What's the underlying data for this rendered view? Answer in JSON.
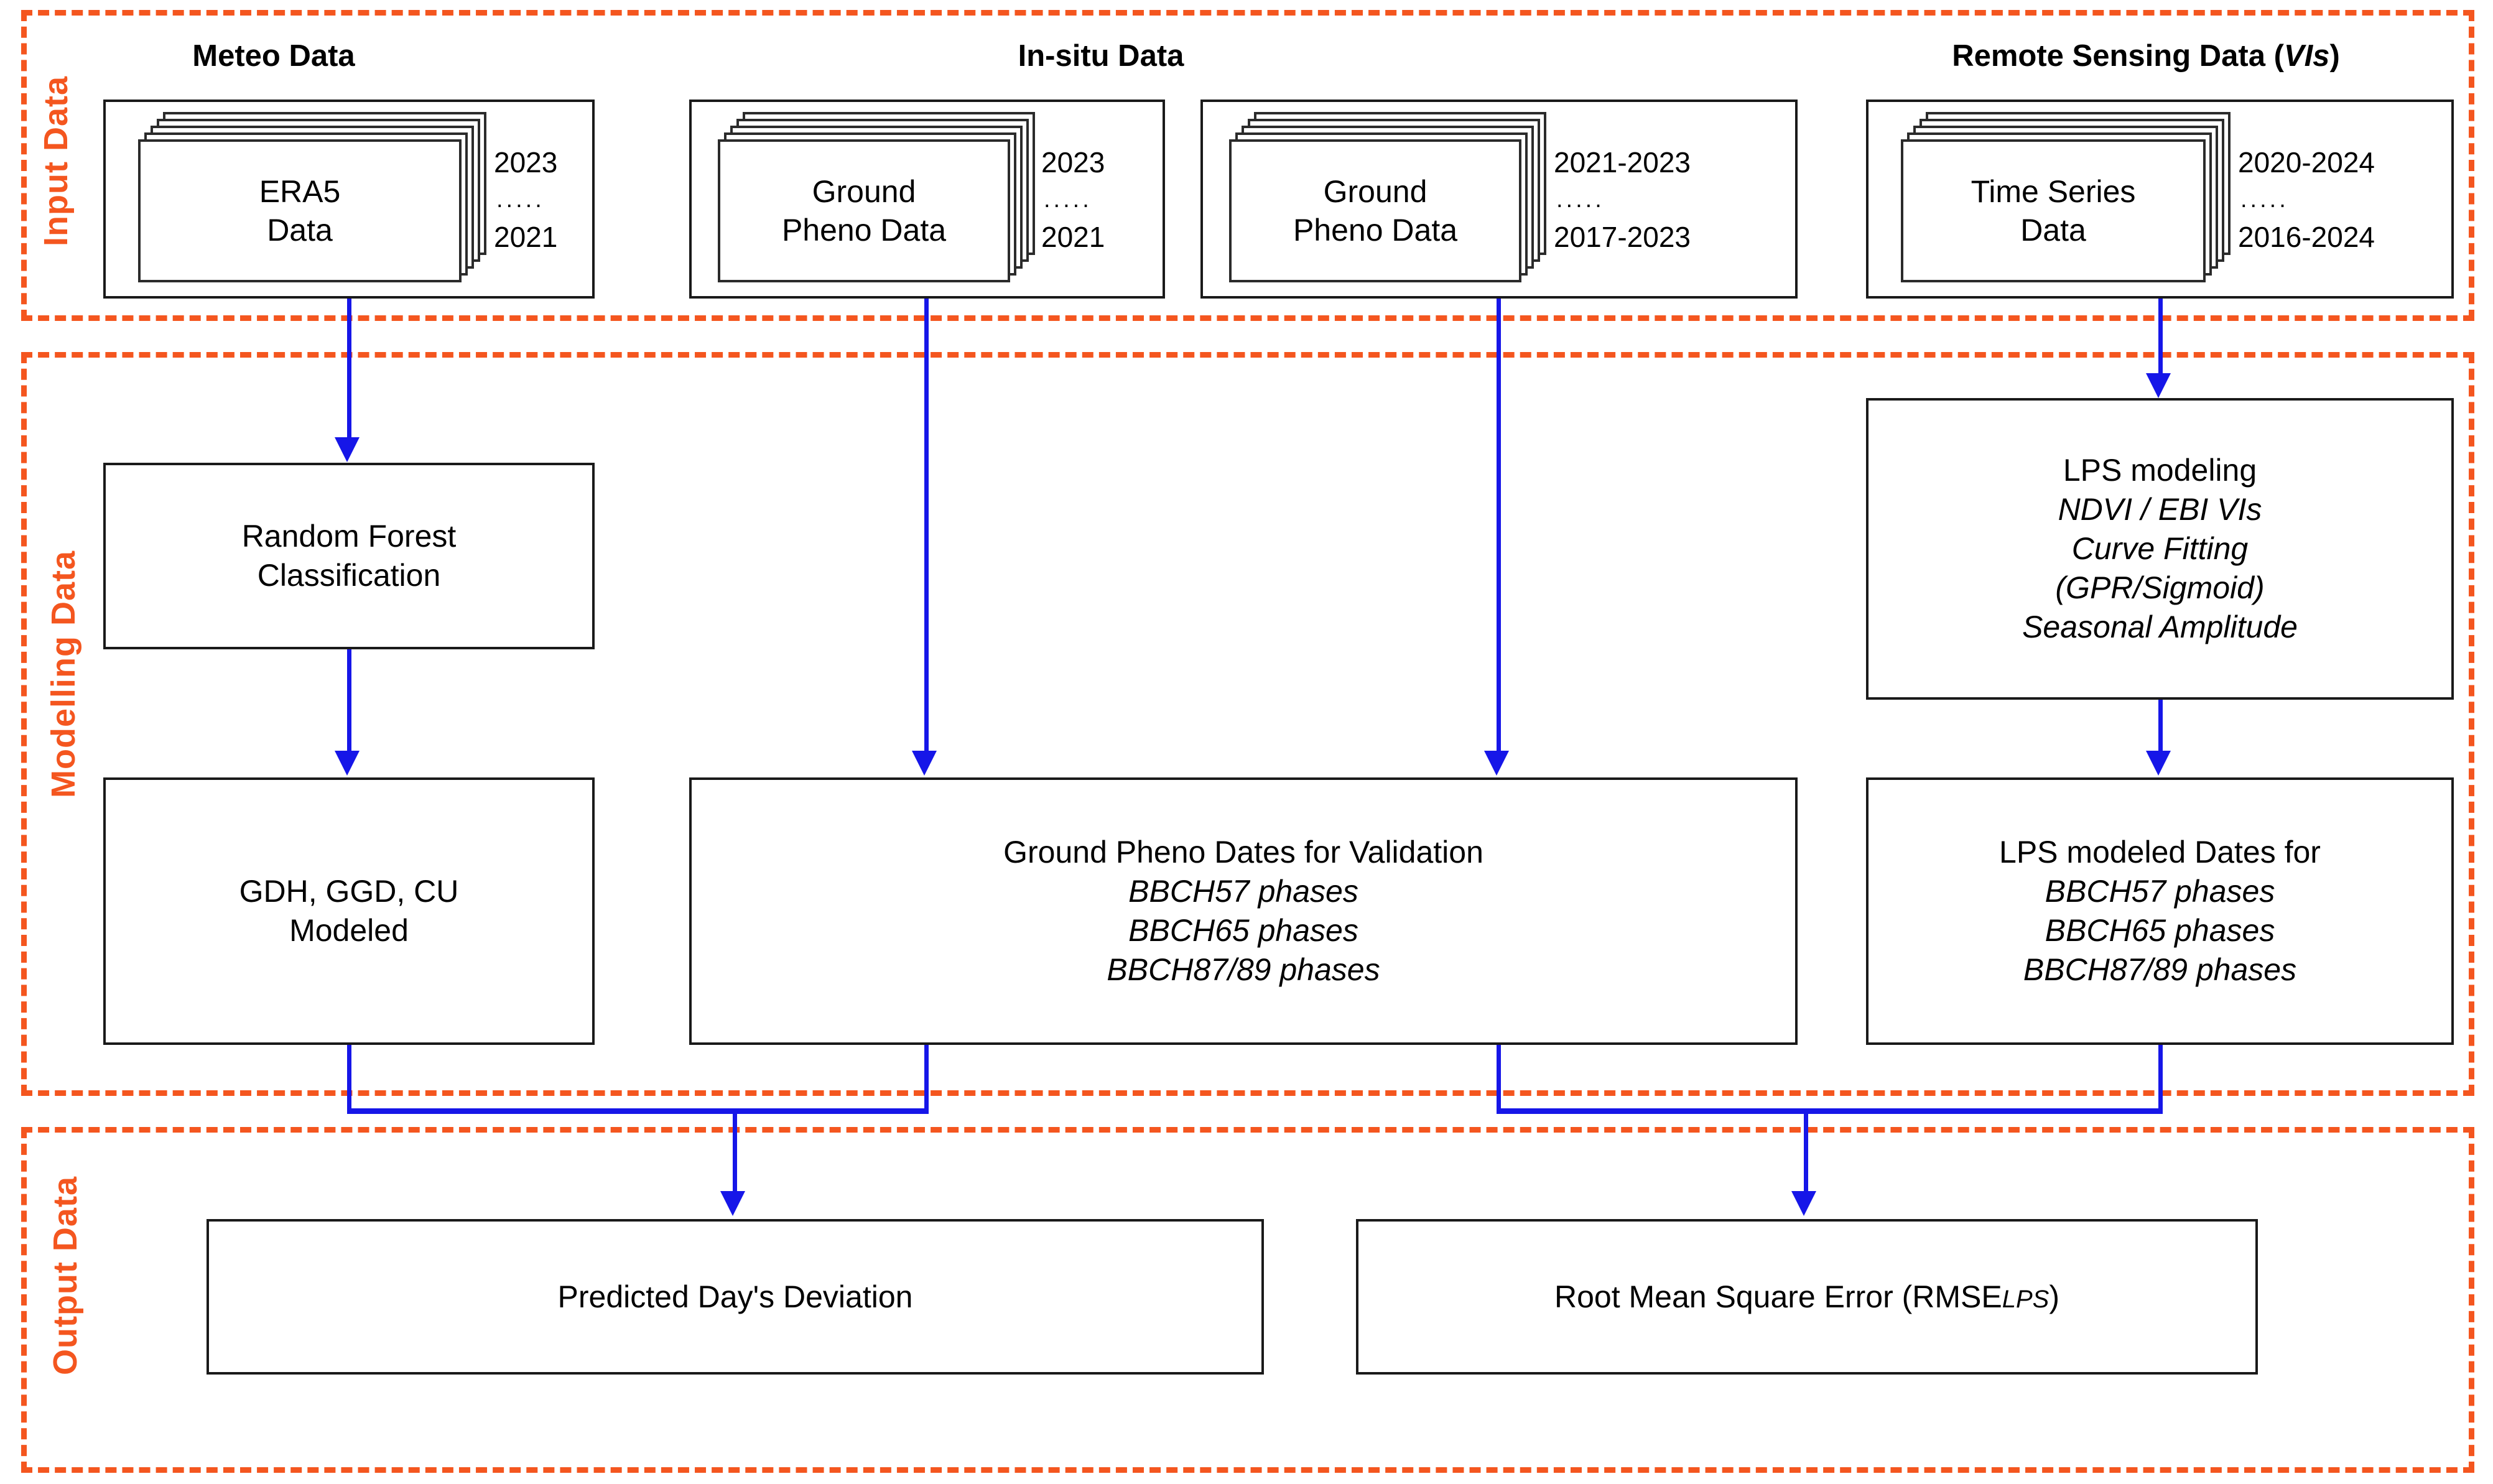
{
  "sections": {
    "input": {
      "label": "Input Data"
    },
    "model": {
      "label": "Modelling Data"
    },
    "output": {
      "label": "Output Data"
    }
  },
  "column_headers": {
    "meteo": "Meteo Data",
    "insitu": "In-situ Data",
    "remote_prefix": "Remote Sensing Data (",
    "remote_italic": "VIs",
    "remote_suffix": ")"
  },
  "input_boxes": [
    {
      "name": "era5",
      "title_line1": "ERA5",
      "title_line2": "Data",
      "year_top": "2023",
      "dots": ".....",
      "year_bottom": "2021"
    },
    {
      "name": "ground-pheno-1",
      "title_line1": "Ground",
      "title_line2": "Pheno Data",
      "year_top": "2023",
      "dots": ".....",
      "year_bottom": "2021"
    },
    {
      "name": "ground-pheno-2",
      "title_line1": "Ground",
      "title_line2": "Pheno Data",
      "year_top": "2021-2023",
      "dots": ".....",
      "year_bottom": "2017-2023"
    },
    {
      "name": "time-series",
      "title_line1": "Time Series",
      "title_line2": "Data",
      "year_top": "2020-2024",
      "dots": ".....",
      "year_bottom": "2016-2024"
    }
  ],
  "model_boxes": {
    "random_forest": {
      "line1": "Random Forest",
      "line2": "Classification"
    },
    "lps_modeling": {
      "line1": "LPS modeling",
      "line2": "NDVI / EBI VIs",
      "line3": "Curve Fitting",
      "line4": "(GPR/Sigmoid)",
      "line5": "Seasonal Amplitude"
    },
    "gdh": {
      "line1": "GDH, GGD, CU",
      "line2": "Modeled"
    },
    "ground_pheno_dates": {
      "line1": "Ground Pheno Dates for Validation",
      "line2": "BBCH57 phases",
      "line3": "BBCH65 phases",
      "line4": "BBCH87/89 phases"
    },
    "lps_modeled_dates": {
      "line1": "LPS modeled Dates for",
      "line2": "BBCH57 phases",
      "line3": "BBCH65 phases",
      "line4": "BBCH87/89 phases"
    }
  },
  "output_boxes": {
    "predicted_deviation": "Predicted Day's Deviation",
    "rmse_prefix": "Root Mean Square Error (RMSE",
    "rmse_sub": "LPS",
    "rmse_suffix": ")"
  },
  "colors": {
    "section_border": "#F4561F",
    "section_label": "#F4561F",
    "connector": "#1616E8",
    "box_border": "#1a1a1a",
    "text": "#000000"
  }
}
